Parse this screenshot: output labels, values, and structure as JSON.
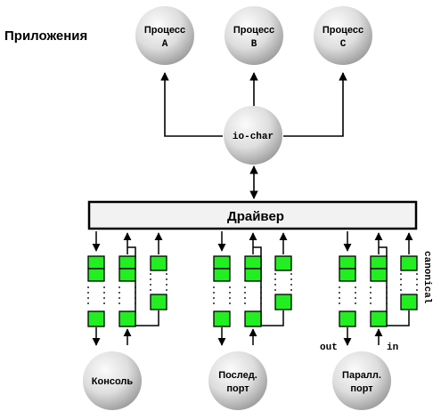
{
  "heading": "Приложения",
  "processes": [
    {
      "line1": "Процесс",
      "line2": "A"
    },
    {
      "line1": "Процесс",
      "line2": "B"
    },
    {
      "line1": "Процесс",
      "line2": "C"
    }
  ],
  "io_char": "io-char",
  "driver": "Драйвер",
  "devices": [
    {
      "line1": "Консоль",
      "line2": ""
    },
    {
      "line1": "Послед.",
      "line2": "порт"
    },
    {
      "line1": "Паралл.",
      "line2": "порт"
    }
  ],
  "labels": {
    "out": "out",
    "in": "in",
    "canonical": "canonical"
  },
  "colors": {
    "buffer_fill": "#22ee22",
    "buffer_stroke": "#000000",
    "node_light": "#f4f4f4",
    "node_dark": "#9a9a9a",
    "driver_fill": "#f2f2f2"
  }
}
